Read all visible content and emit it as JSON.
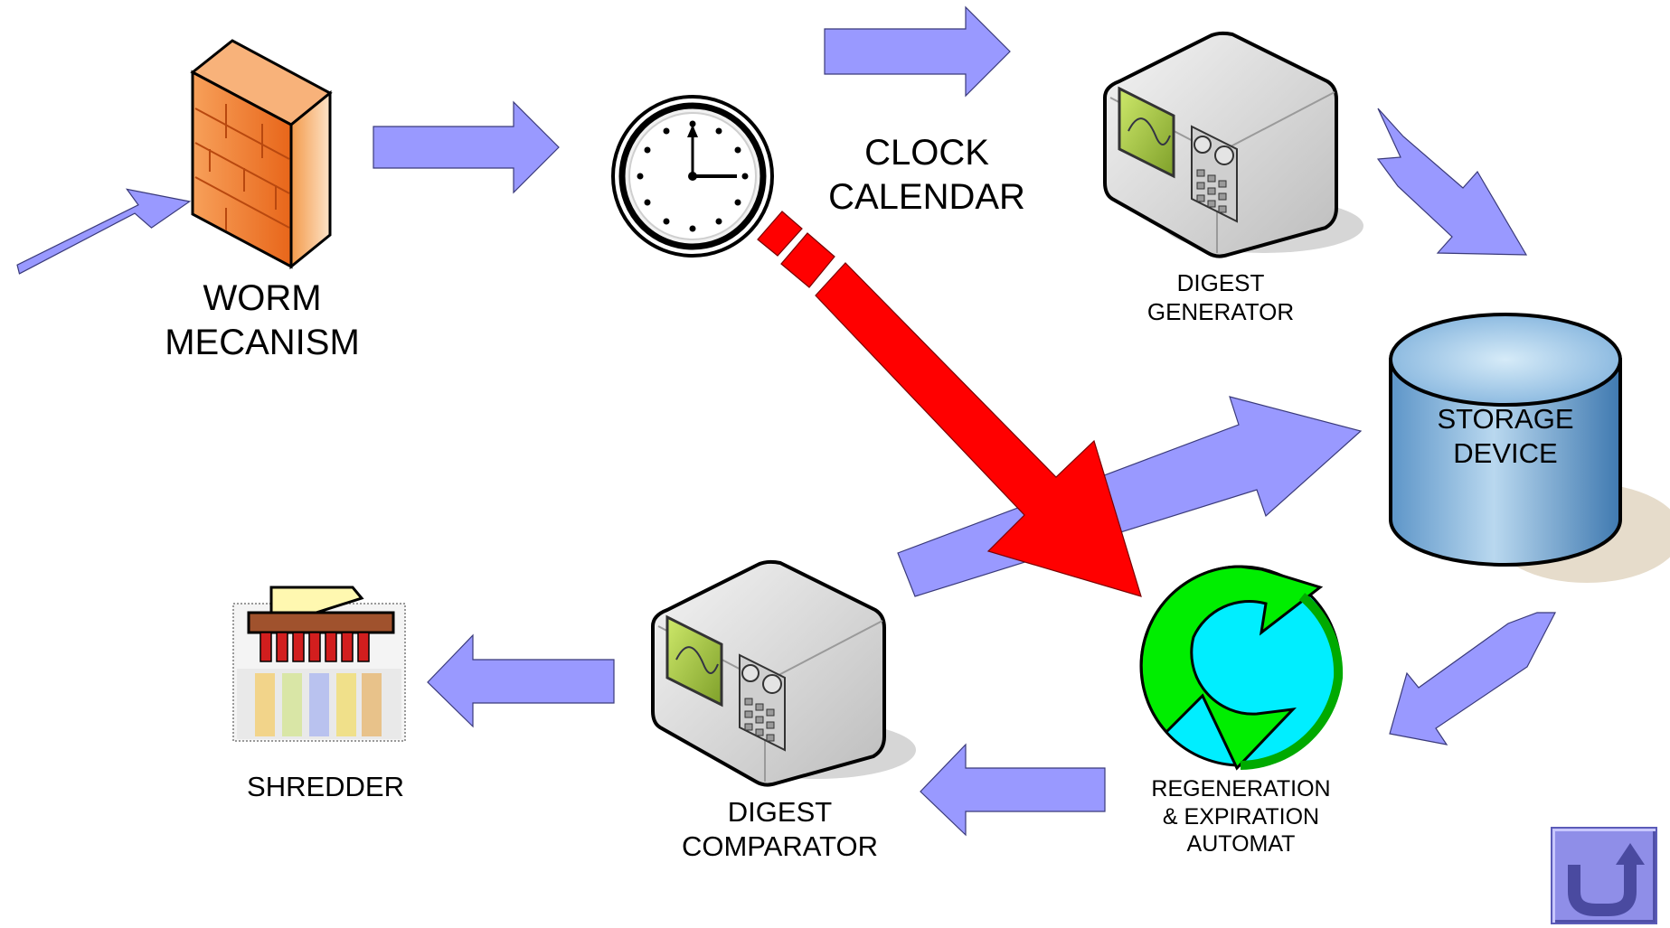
{
  "labels": {
    "worm": "WORM\nMECANISM",
    "clock": "CLOCK\nCALENDAR",
    "digest_generator": "DIGEST\nGENERATOR",
    "storage": "STORAGE\nDEVICE",
    "regeneration": "REGENERATION\n& EXPIRATION\nAUTOMAT",
    "digest_comparator": "DIGEST\nCOMPARATOR",
    "shredder": "SHREDDER"
  },
  "colors": {
    "flow_arrow": "#9999ff",
    "alert_arrow": "#ff0000",
    "firewall": "#f47a2a",
    "storage": "#6fa6d6",
    "recycle_green": "#00ee00",
    "recycle_cyan": "#00f0ff"
  },
  "icons": {
    "back": "return-arrow-icon"
  }
}
